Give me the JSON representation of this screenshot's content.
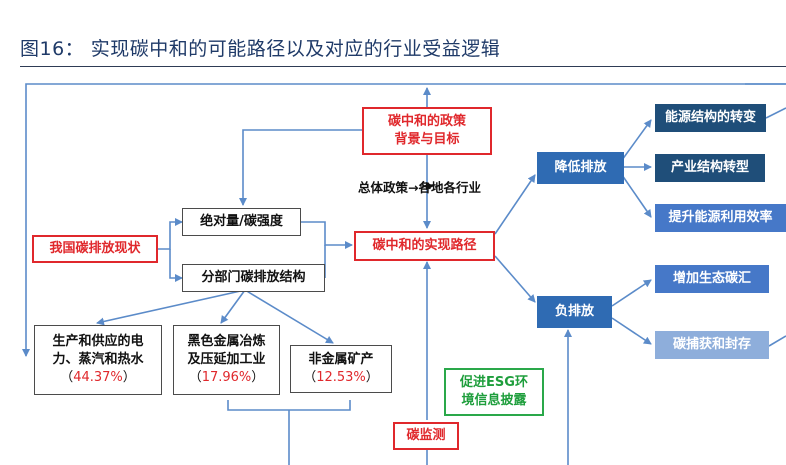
{
  "title": "图16：  实现碳中和的可能路径以及对应的行业受益逻辑",
  "nodes": {
    "policy_background": [
      "碳中和的政策",
      "背景与目标"
    ],
    "current_status": "我国碳排放现状",
    "absolute_intensity": "绝对量/碳强度",
    "sector_structure": "分部门碳排放结构",
    "realization_path": "碳中和的实现路径",
    "reduce_emission": "降低排放",
    "negative_emission": "负排放",
    "energy_structure": "能源结构的转变",
    "industrial_structure": "产业结构转型",
    "energy_efficiency": "提升能源利用效率",
    "ecological_sink": "增加生态碳汇",
    "carbon_capture": "碳捕获和封存",
    "carbon_monitoring": "碳监测",
    "esg": [
      "促进ESG环",
      "境信息披露"
    ]
  },
  "flow_label": "总体政策→各地各行业",
  "sectors": [
    {
      "lines": [
        "生产和供应的电",
        "力、蒸汽和热水"
      ],
      "open": "（",
      "pct": "44.37%",
      "close": "）"
    },
    {
      "lines": [
        "黑色金属冶炼",
        "及压延加工业"
      ],
      "open": "（",
      "pct": "17.96%",
      "close": "）"
    },
    {
      "lines": [
        "非金属矿产"
      ],
      "open": "（",
      "pct": "12.53%",
      "close": "）"
    }
  ],
  "colors": {
    "red": "#e0282c",
    "arrow_blue": "#5b8bc9",
    "navy": "#1f4e79",
    "mid_blue": "#2f6bb3",
    "blue": "#4678c8",
    "light_blue": "#8eaedb",
    "green": "#2aa84a"
  }
}
